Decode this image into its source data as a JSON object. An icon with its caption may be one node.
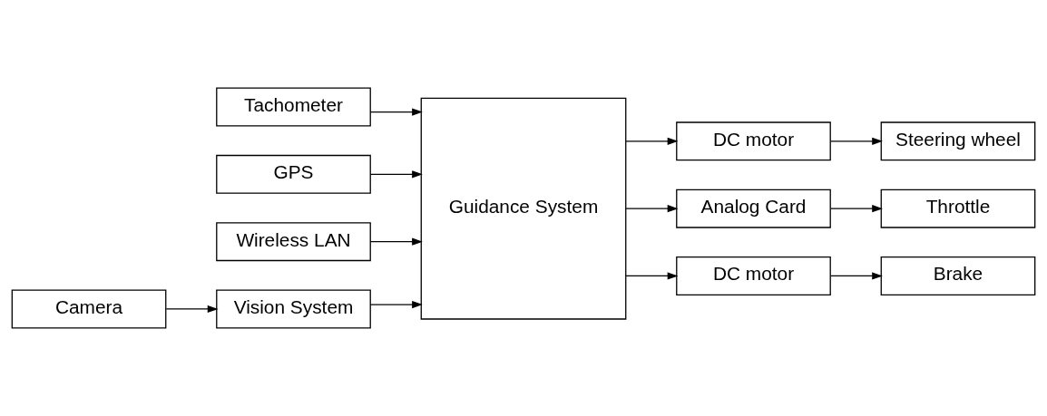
{
  "diagram": {
    "nodes": [
      {
        "text": [
          "Tachometer"
        ]
      },
      {
        "text": [
          "GPS"
        ]
      },
      {
        "text": [
          "Wireless LAN"
        ]
      },
      {
        "text": [
          "Camera"
        ]
      },
      {
        "text": [
          "Vision System"
        ]
      },
      {
        "text": [
          "Guidance System"
        ]
      },
      {
        "text": [
          "DC motor"
        ]
      },
      {
        "text": [
          "Analog Card"
        ]
      },
      {
        "text": [
          "DC motor"
        ]
      },
      {
        "text": [
          "Steering wheel"
        ]
      },
      {
        "text": [
          "Throttle"
        ]
      },
      {
        "text": [
          "Brake"
        ]
      }
    ],
    "edges": [
      {
        "from": 0,
        "to": 5,
        "arrow": "to"
      },
      {
        "from": 1,
        "to": 5,
        "arrow": "to"
      },
      {
        "from": 2,
        "to": 5,
        "arrow": "to"
      },
      {
        "from": 3,
        "to": 4,
        "arrow": "to"
      },
      {
        "from": 4,
        "to": 5,
        "arrow": "to"
      },
      {
        "from": 5,
        "to": 6,
        "arrow": "to"
      },
      {
        "from": 5,
        "to": 7,
        "arrow": "to"
      },
      {
        "from": 5,
        "to": 8,
        "arrow": "to"
      },
      {
        "from": 6,
        "to": 9,
        "arrow": "to"
      },
      {
        "from": 7,
        "to": 10,
        "arrow": "to"
      },
      {
        "from": 8,
        "to": 11,
        "arrow": "to"
      }
    ]
  }
}
